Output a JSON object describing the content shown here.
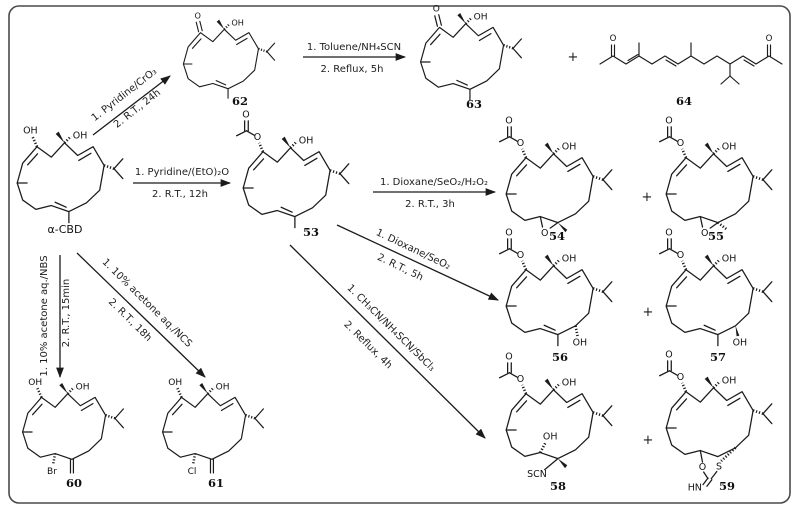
{
  "atoms": {
    "oh": "OH",
    "o": "O",
    "s": "S",
    "hn": "HN",
    "br": "Br",
    "cl": "Cl",
    "scn": "SCN"
  },
  "plus": "+",
  "compounds": {
    "cbd": "α-CBD",
    "c53": "53",
    "c54": "54",
    "c55": "55",
    "c56": "56",
    "c57": "57",
    "c58": "58",
    "c59": "59",
    "c60": "60",
    "c61": "61",
    "c62": "62",
    "c63": "63",
    "c64": "64"
  },
  "reactions": {
    "r62": {
      "s1": "1. Pyridine/CrO₃",
      "s2": "2. R.T., 24h"
    },
    "r63": {
      "s1": "1. Toluene/NH₄SCN",
      "s2": "2. Reflux, 5h"
    },
    "r53": {
      "s1": "1. Pyridine/(EtO)₂O",
      "s2": "2. R.T., 12h"
    },
    "r54": {
      "s1": "1. Dioxane/SeO₂/H₂O₂",
      "s2": "2. R.T., 3h"
    },
    "r56": {
      "s1": "1. Dioxane/SeO₂",
      "s2": "2. R.T., 5h"
    },
    "r58": {
      "s1": "1. CH₃CN/NH₄SCN/SbCl₃",
      "s2": "2. Reflux, 4h"
    },
    "r60": {
      "s1": "1. 10% acetone aq./NBS",
      "s2": "2. R.T., 15min"
    },
    "r61": {
      "s1": "1. 10% acetone aq./NCS",
      "s2": "2. R.T., 18h"
    }
  }
}
